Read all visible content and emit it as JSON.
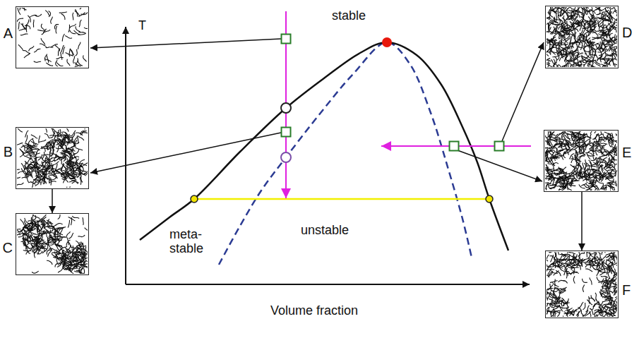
{
  "diagram": {
    "nodes": [
      {
        "text": [
          "A"
        ]
      },
      {
        "text": [
          "B"
        ]
      },
      {
        "text": [
          "C"
        ]
      },
      {
        "text": [
          "D"
        ]
      },
      {
        "text": [
          "E"
        ]
      },
      {
        "text": [
          "F"
        ]
      }
    ],
    "edges": [
      {
        "from": 1,
        "to": 2,
        "arrow": "to"
      },
      {
        "from": 4,
        "to": 5,
        "arrow": "to"
      }
    ],
    "labels": [
      "T",
      "stable",
      "unstable",
      "meta- stable",
      "Volume fraction"
    ]
  }
}
